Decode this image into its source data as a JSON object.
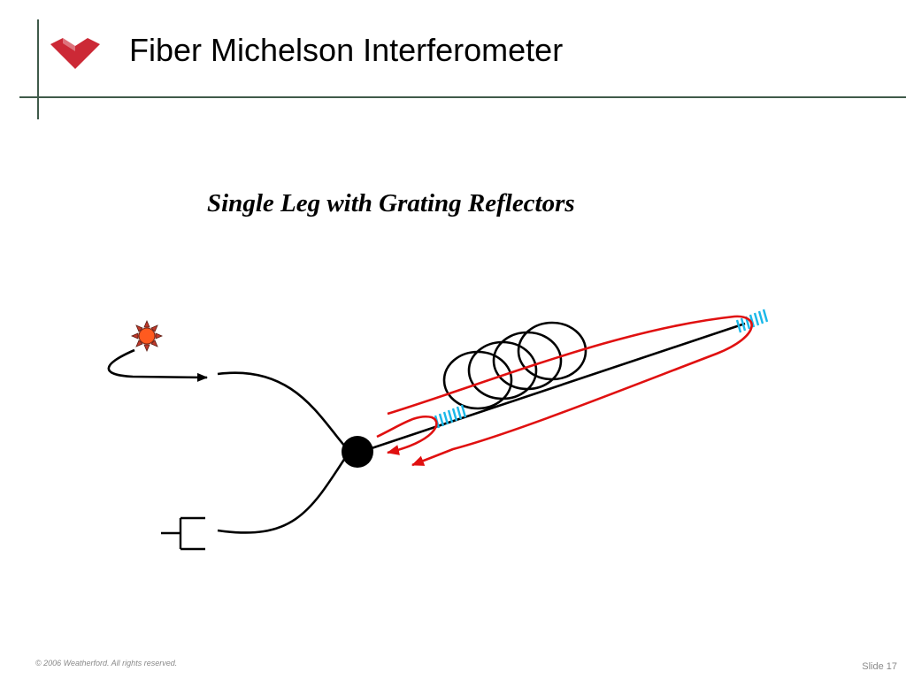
{
  "slide": {
    "title": "Fiber Michelson Interferometer",
    "subtitle": "Single Leg with Grating Reflectors",
    "footer_copyright": "© 2006 Weatherford. All rights reserved.",
    "footer_slide": "Slide 17"
  },
  "diagram": {
    "components": [
      {
        "id": "light-source",
        "icon": "sun-icon"
      },
      {
        "id": "detector",
        "icon": "detector-icon"
      },
      {
        "id": "coupler",
        "icon": "coupler-dot"
      },
      {
        "id": "fiber-coil",
        "icon": "coil-icon"
      },
      {
        "id": "grating-near",
        "icon": "bragg-grating"
      },
      {
        "id": "grating-far",
        "icon": "bragg-grating"
      }
    ]
  },
  "colors": {
    "brand_red": "#cc2936",
    "rule_green": "#3f5a4a",
    "reflection_red": "#e01010",
    "grating_blue": "#1ab8e8"
  }
}
